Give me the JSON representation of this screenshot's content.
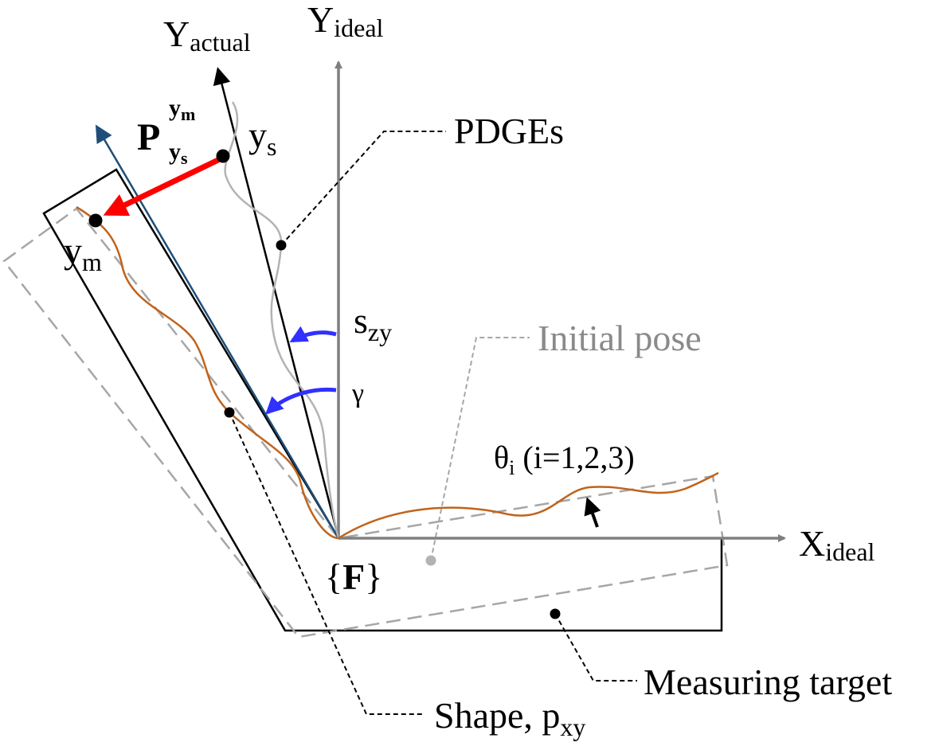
{
  "axes": {
    "y_actual": {
      "main": "Y",
      "sub": "actual"
    },
    "y_ideal": {
      "main": "Y",
      "sub": "ideal"
    },
    "x_ideal": {
      "main": "X",
      "sub": "ideal"
    }
  },
  "labels": {
    "projection": {
      "main": "P",
      "sup": "y",
      "sup_sub": "m",
      "sub": "y",
      "sub_sub": "s"
    },
    "ys": {
      "main": "y",
      "sub": "s"
    },
    "ym": {
      "main": "y",
      "sub": "m"
    },
    "szy": {
      "main": "s",
      "sub": "zy"
    },
    "gamma": "γ",
    "theta": {
      "main": "θ",
      "sub": "i",
      "suffix": " (i=1,2,3)"
    },
    "frame": {
      "open": "{",
      "letter": "F",
      "close": "}"
    }
  },
  "callouts": {
    "pdges": "PDGEs",
    "initial_pose": "Initial pose",
    "measuring_target": "Measuring target",
    "shape": {
      "main": "Shape,  p",
      "sub": "xy"
    }
  },
  "colors": {
    "black": "#000000",
    "gray_axis": "#7f7f7f",
    "dashed_gray": "#a6a6a6",
    "light_gray_curve": "#b3b3b3",
    "blue_axis": "#1f4e79",
    "orange_curve": "#c0631c",
    "red_arrow": "#ff0000",
    "blue_arc": "#3030ff"
  }
}
